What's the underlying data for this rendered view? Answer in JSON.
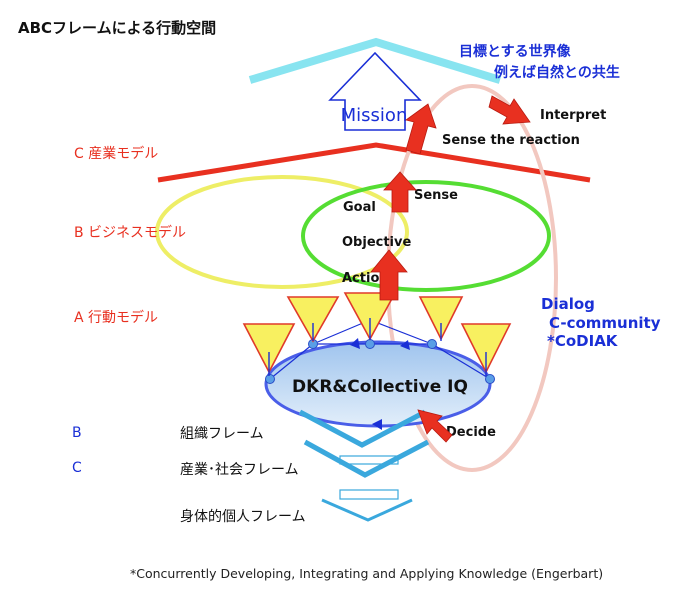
{
  "title": "ABCフレームによる行動空間",
  "goal_image": {
    "line1": "目標とする世界像",
    "line2": "例えば自然との共生"
  },
  "mission": "Mission",
  "levels": {
    "c_industry": "C 産業モデル",
    "b_business": "B ビジネスモデル",
    "a_action": "A 行動モデル"
  },
  "cycle": {
    "interpret": "Interpret",
    "sense_reaction": "Sense the reaction",
    "sense": "Sense",
    "goal": "Goal",
    "objective": "Objective",
    "action": "Action",
    "decide": "Decide"
  },
  "center": "DKR&Collective IQ",
  "dialog": {
    "line1": "Dialog",
    "line2": "C-community",
    "line3": "*CoDIAK"
  },
  "frames": [
    {
      "letter": "B",
      "label": "組織フレーム"
    },
    {
      "letter": "C",
      "label": "産業･社会フレーム"
    },
    {
      "letter": "",
      "label": "身体的個人フレーム"
    }
  ],
  "footnote": "*Concurrently Developing, Integrating and Applying Knowledge (Engerbart)",
  "colors": {
    "red": "#e83020",
    "blue": "#1a2fd6",
    "green": "#55dd33",
    "yellow": "#eeee66",
    "cyan": "#88e4f0",
    "pink": "#f2c8c0",
    "chevron": "#3aa8dd",
    "ellipse_fill": "#c6ddf4",
    "ellipse_stroke": "#4a5ee8",
    "tri_fill": "#f8f060",
    "tri_stroke": "#e03a2a"
  }
}
